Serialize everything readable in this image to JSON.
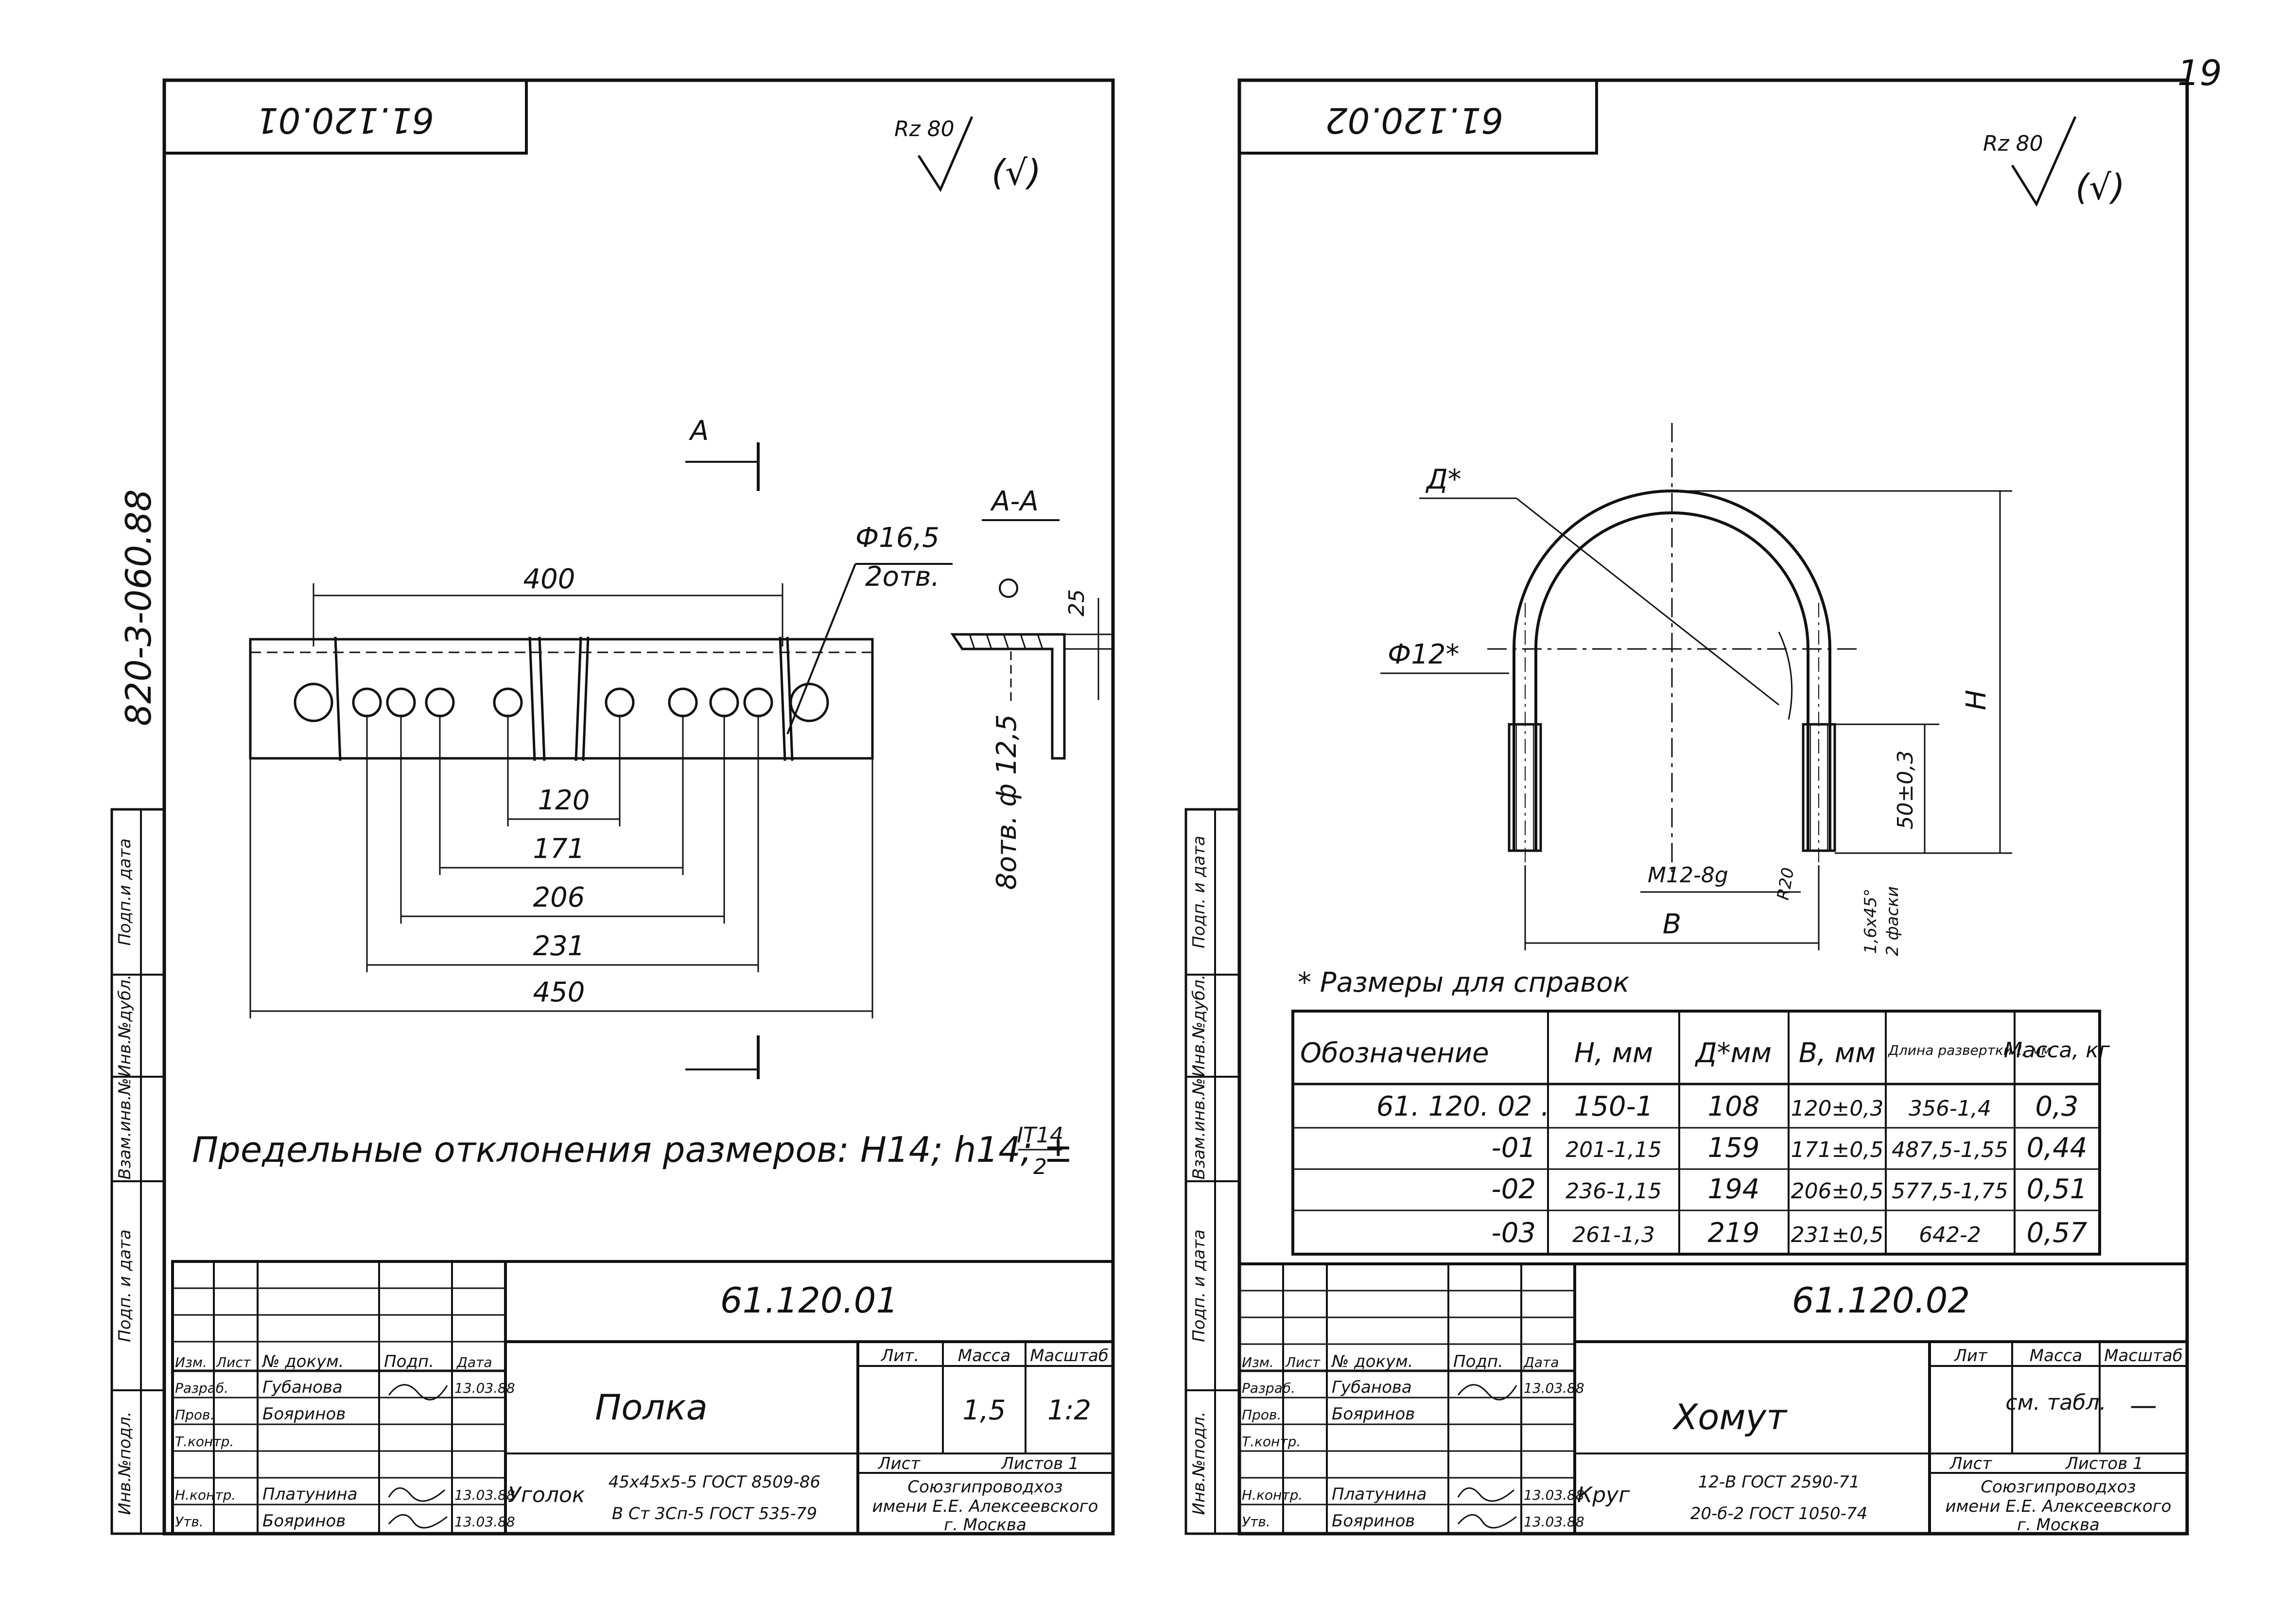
{
  "page_number": "19",
  "left_sheet": {
    "top_stamp": "61.120.01",
    "roughness": "Rz 80",
    "roughness_paren": "(√)",
    "side_code": "820-3-060.88",
    "section_marker": "А",
    "section_title": "А-А",
    "dims": {
      "d400": "400",
      "d120": "120",
      "d171": "171",
      "d206": "206",
      "d231": "231",
      "d450": "450",
      "d25": "25",
      "hole_dia": "Ф16,5",
      "hole_count": "2отв.",
      "small_holes": "8отв. ф 12,5"
    },
    "tolerances": "Предельные отклонения размеров:  Н14; h14; ±",
    "tolerance_fraction_num": "IT14",
    "tolerance_fraction_den": "2",
    "tb": {
      "designation": "61.120.01",
      "name": "Полка",
      "lit_h": "Лит.",
      "mass_h": "Масса",
      "scale_h": "Масштаб",
      "mass": "1,5",
      "scale": "1:2",
      "sheet_h": "Лист",
      "sheets_h": "Листов 1",
      "material_prefix": "Уголок",
      "material_line1": "45х45х5-5 ГОСТ 8509-86",
      "material_line2": "В Ст 3Сп-5 ГОСТ 535-79",
      "org1": "Союзгипроводхоз",
      "org2": "имени Е.Е. Алексеевского",
      "org3": "г. Москва",
      "hdr": [
        "Изм.",
        "Лист",
        "№ докум.",
        "Подп.",
        "Дата"
      ],
      "roles": [
        {
          "role": "Разраб.",
          "name": "Губанова",
          "date": "13.03.88"
        },
        {
          "role": "Пров.",
          "name": "Бояринов",
          "date": ""
        },
        {
          "role": "Т.контр.",
          "name": "",
          "date": ""
        },
        {
          "role": "",
          "name": "",
          "date": ""
        },
        {
          "role": "Н.контр.",
          "name": "Платунина",
          "date": "13.03.88"
        },
        {
          "role": "Утв.",
          "name": "Бояринов",
          "date": "13.03.88"
        }
      ]
    },
    "margin_labels": [
      "Инв.№подл.",
      "Подп. и дата",
      "Взам.инв.№",
      "Инв.№дубл.",
      "Подп.и дата"
    ]
  },
  "right_sheet": {
    "top_stamp": "61.120.02",
    "roughness": "Rz 80",
    "roughness_paren": "(√)",
    "labels": {
      "d_star": "Д*",
      "phi12": "Ф12*",
      "h": "Н",
      "b": "В",
      "thread": "М12-8g",
      "r20": "R20",
      "len50": "50±0,3",
      "chamfer": "1,6х45°",
      "chamfer2": "2 фаски"
    },
    "note": "* Размеры для справок",
    "table": {
      "headers": [
        "Обозначение",
        "Н, мм",
        "Д*мм",
        "В, мм",
        "Длина развертки ℓ, мм",
        "Масса, кг"
      ],
      "rows": [
        [
          "61. 120. 02 .",
          "150-1",
          "108",
          "120±0,3",
          "356-1,4",
          "0,3"
        ],
        [
          "-01",
          "201-1,15",
          "159",
          "171±0,5",
          "487,5-1,55",
          "0,44"
        ],
        [
          "-02",
          "236-1,15",
          "194",
          "206±0,5",
          "577,5-1,75",
          "0,51"
        ],
        [
          "-03",
          "261-1,3",
          "219",
          "231±0,5",
          "642-2",
          "0,57"
        ]
      ]
    },
    "tb": {
      "designation": "61.120.02",
      "name": "Хомут",
      "lit_h": "Лит",
      "mass_h": "Масса",
      "scale_h": "Масштаб",
      "mass": "см. табл.",
      "scale": "—",
      "sheet_h": "Лист",
      "sheets_h": "Листов 1",
      "material_prefix": "Круг",
      "material_line1": "12-В ГОСТ 2590-71",
      "material_line2": "20-б-2 ГОСТ 1050-74",
      "org1": "Союзгипроводхоз",
      "org2": "имени Е.Е. Алексеевского",
      "org3": "г. Москва",
      "hdr": [
        "Изм.",
        "Лист",
        "№ докум.",
        "Подп.",
        "Дата"
      ],
      "roles": [
        {
          "role": "Разраб.",
          "name": "Губанова",
          "date": "13.03.88"
        },
        {
          "role": "Пров.",
          "name": "Бояринов",
          "date": ""
        },
        {
          "role": "Т.контр.",
          "name": "",
          "date": ""
        },
        {
          "role": "",
          "name": "",
          "date": ""
        },
        {
          "role": "Н.контр.",
          "name": "Платунина",
          "date": "13.03.88"
        },
        {
          "role": "Утв.",
          "name": "Бояринов",
          "date": "13.03.88"
        }
      ]
    },
    "margin_labels": [
      "Инв.№подл.",
      "Подп. и дата",
      "Взам.инв.№",
      "Инв.№дубл.",
      "Подп. и дата"
    ]
  }
}
